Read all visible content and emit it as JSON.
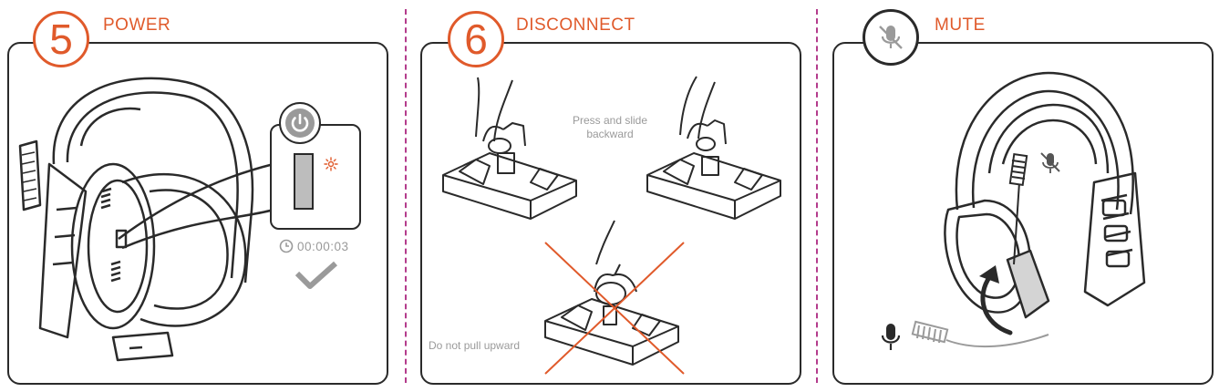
{
  "panels": {
    "power": {
      "step_number": "5",
      "title": "POWER",
      "timer": "00:00:03"
    },
    "disconnect": {
      "step_number": "6",
      "title": "DISCONNECT",
      "caption_correct": "Press and slide backward",
      "caption_wrong": "Do not pull upward"
    },
    "mute": {
      "title": "MUTE"
    }
  },
  "colors": {
    "accent": "#e05a2b",
    "line": "#2a2a2a",
    "divider": "#b43c8c",
    "check": "#9a9a9a"
  },
  "icons": [
    "power-icon",
    "led-blink-icon",
    "clock-icon",
    "checkmark-icon",
    "mic-muted-icon",
    "microphone-icon",
    "rotate-arrow-icon",
    "prohibited-cross-icon"
  ]
}
